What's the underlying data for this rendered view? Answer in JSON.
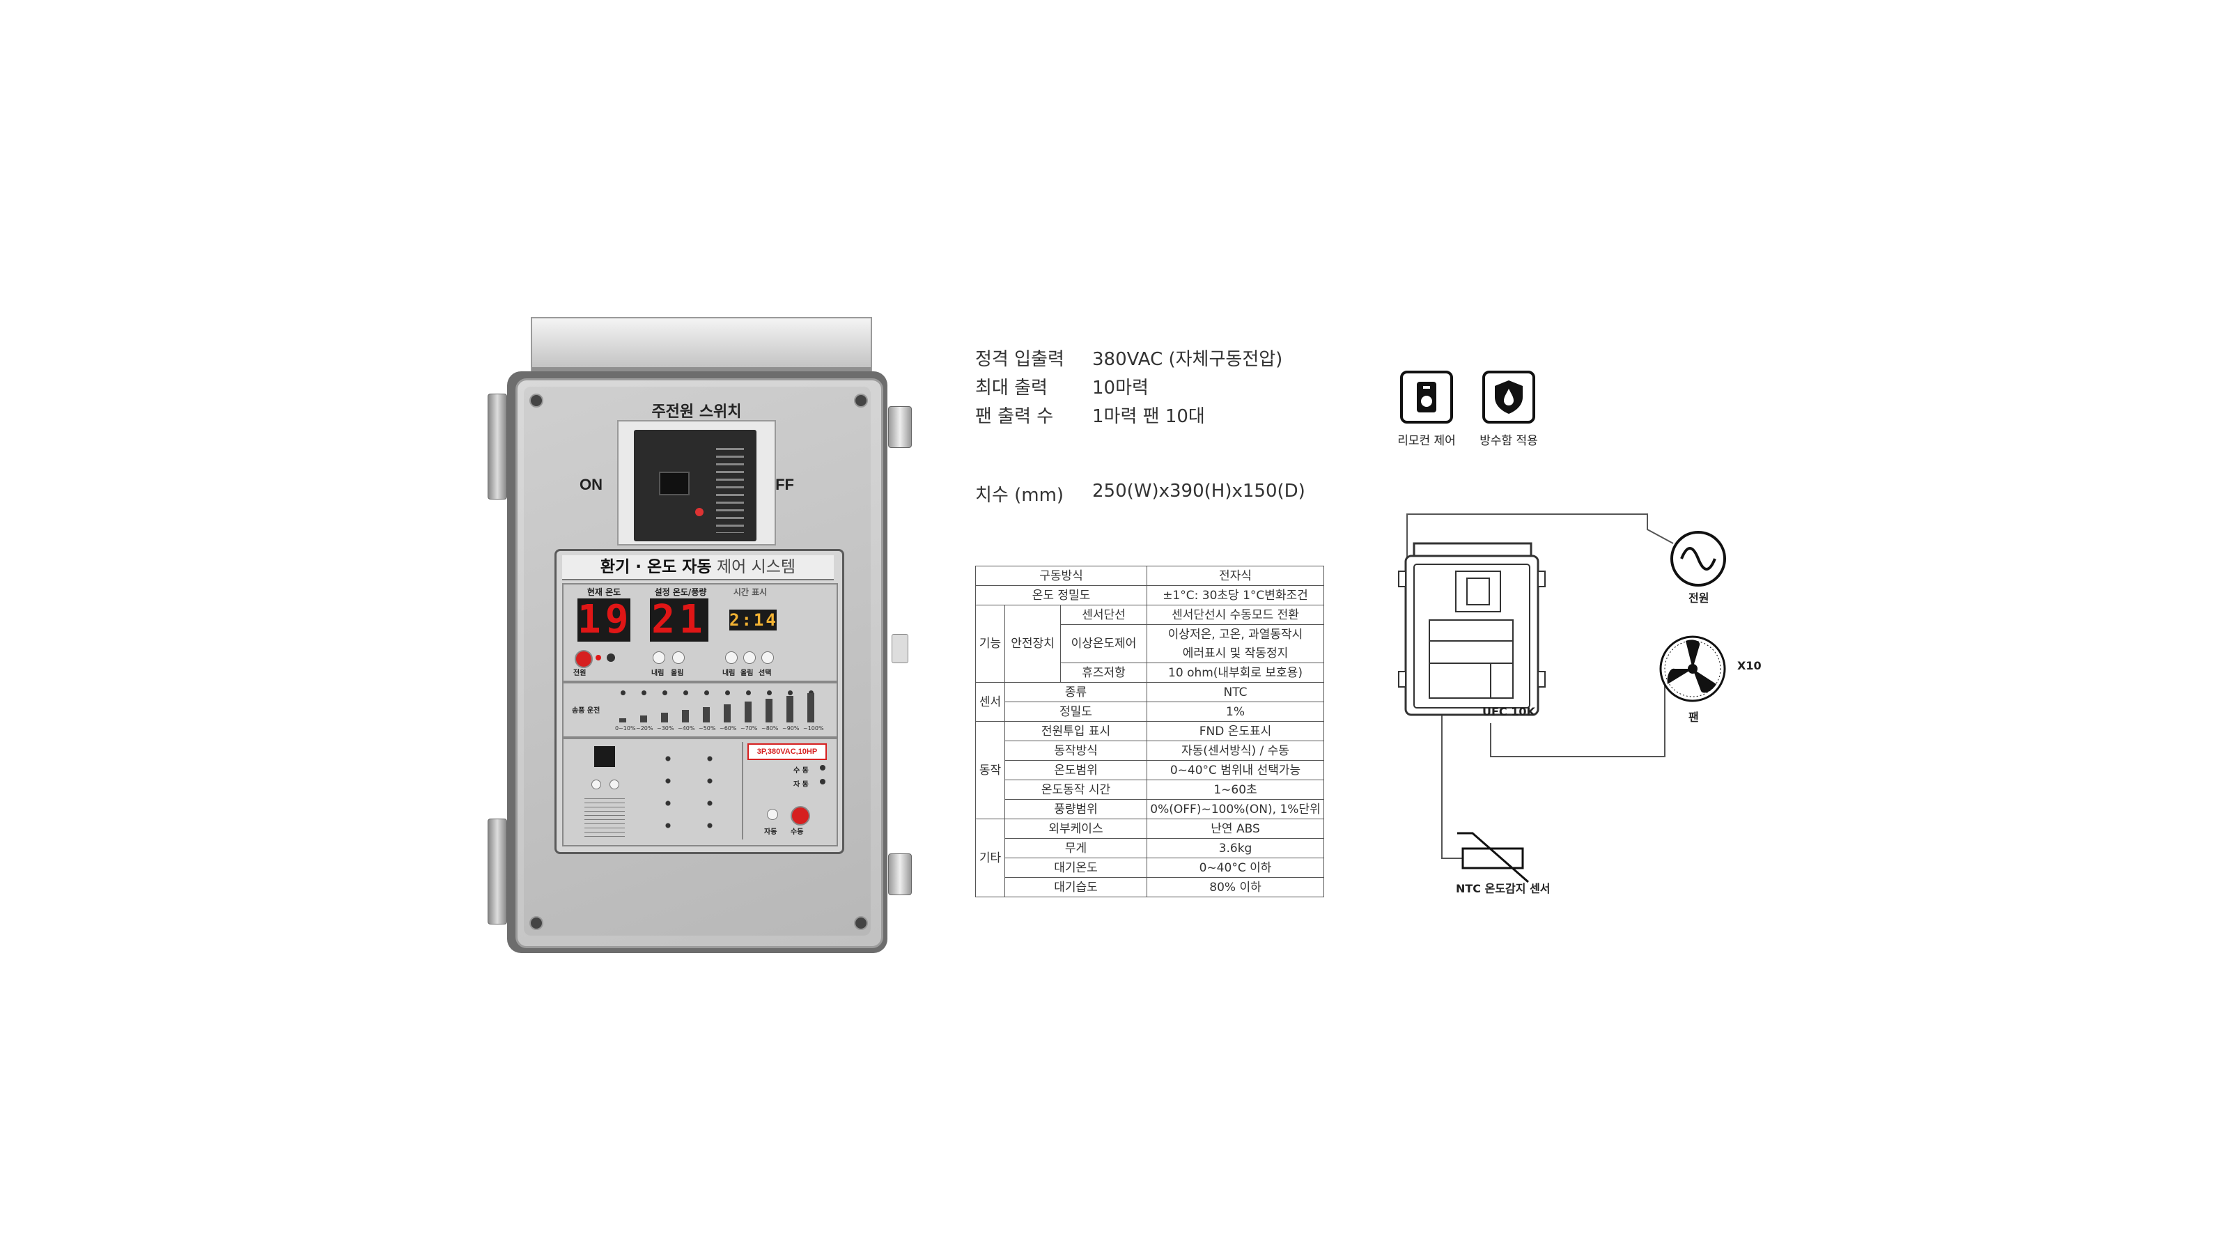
{
  "device": {
    "main_switch_label": "주전원 스위치",
    "on_label": "ON",
    "off_label": "OFF",
    "panel_title_bold": "환기 · 온도 자동",
    "panel_title_thin": " 제어 시스템",
    "label_current_temp": "현재 온도",
    "label_set_temp": "설정 온도/풍량",
    "label_time": "시간 표시",
    "current_temp_value": "19",
    "set_temp_value": "21",
    "time_value": "2:14",
    "btn_power": "전원",
    "btn_down": "내림",
    "btn_up": "올림",
    "btn_select": "선택",
    "fan_label": "송풍 운전",
    "fan_levels": [
      "0~10%",
      "~20%",
      "~30%",
      "~40%",
      "~50%",
      "~60%",
      "~70%",
      "~80%",
      "~90%",
      "~100%"
    ],
    "rating_badge": "3P,380VAC,10HP",
    "mode_manual": "수 동",
    "mode_auto": "자 동",
    "btn_auto": "자동",
    "btn_manual": "수동"
  },
  "specs": [
    {
      "key": "정격 입출력",
      "value": "380VAC (자체구동전압)"
    },
    {
      "key": "최대 출력",
      "value": "10마력"
    },
    {
      "key": "팬 출력 수",
      "value": "1마력 팬 10대"
    }
  ],
  "dimension": {
    "key": "치수 (mm)",
    "value": "250(W)x390(H)x150(D)"
  },
  "table": {
    "r1": {
      "k": "구동방식",
      "v": "전자식"
    },
    "r2": {
      "k": "온도 정밀도",
      "v": "±1°C: 30초당 1°C변화조건"
    },
    "g_func": "기능",
    "g_safety": "안전장치",
    "r3": {
      "k": "센서단선",
      "v": "센서단선시 수동모드 전환"
    },
    "r4": {
      "k": "이상온도제어",
      "v1": "이상저온, 고온, 과열동작시",
      "v2": "에러표시 및 작동정지"
    },
    "r5": {
      "k": "휴즈저항",
      "v": "10 ohm(내부회로 보호용)"
    },
    "g_sensor": "센서",
    "r6": {
      "k": "종류",
      "v": "NTC"
    },
    "r7": {
      "k": "정밀도",
      "v": "1%"
    },
    "g_op": "동작",
    "r8": {
      "k": "전원투입 표시",
      "v": "FND 온도표시"
    },
    "r9": {
      "k": "동작방식",
      "v": "자동(센서방식) / 수동"
    },
    "r10": {
      "k": "온도범위",
      "v": "0~40°C 범위내 선택가능"
    },
    "r11": {
      "k": "온도동작 시간",
      "v": "1~60초"
    },
    "r12": {
      "k": "풍량범위",
      "v": "0%(OFF)~100%(ON), 1%단위"
    },
    "g_etc": "기타",
    "r13": {
      "k": "외부케이스",
      "v": "난연 ABS"
    },
    "r14": {
      "k": "무게",
      "v": "3.6kg"
    },
    "r15": {
      "k": "대기온도",
      "v": "0~40°C 이하"
    },
    "r16": {
      "k": "대기습도",
      "v": "80% 이하"
    }
  },
  "features": [
    {
      "icon": "remote-control-icon",
      "label": "리모컨 제어"
    },
    {
      "icon": "waterproof-shield-icon",
      "label": "방수함 적용"
    }
  ],
  "diagram": {
    "controller_label": "UFC 10K",
    "power_label": "전원",
    "fan_label": "팬",
    "fan_count": "X10",
    "sensor_label": "NTC 온도감지 센서"
  }
}
